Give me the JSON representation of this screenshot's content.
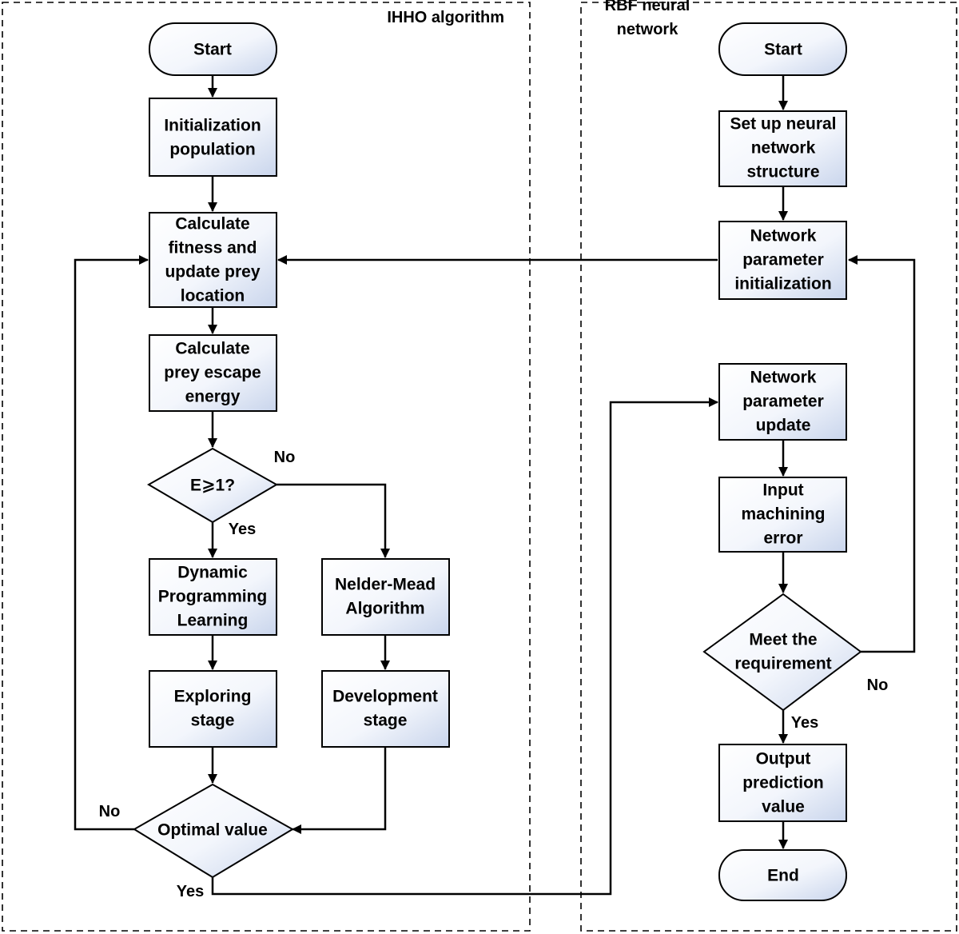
{
  "groups": {
    "ihho": {
      "title": "IHHO algorithm"
    },
    "rbf": {
      "title_lines": [
        "RBF neural",
        "network"
      ]
    }
  },
  "nodes": {
    "ihho_start": {
      "lines": [
        "Start"
      ]
    },
    "init_pop": {
      "lines": [
        "Initialization",
        "population"
      ]
    },
    "calc_fitness": {
      "lines": [
        "Calculate",
        "fitness and",
        "update prey",
        "location"
      ]
    },
    "calc_energy": {
      "lines": [
        "Calculate",
        "prey escape",
        "energy"
      ]
    },
    "e_check": {
      "lines": [
        "E⩾1?"
      ]
    },
    "dyn_prog": {
      "lines": [
        "Dynamic",
        "Programming",
        "Learning"
      ]
    },
    "nelder_mead": {
      "lines": [
        "Nelder-Mead",
        "Algorithm"
      ]
    },
    "exploring": {
      "lines": [
        "Exploring",
        "stage"
      ]
    },
    "development": {
      "lines": [
        "Development",
        "stage"
      ]
    },
    "optimal": {
      "lines": [
        "Optimal value"
      ]
    },
    "rbf_start": {
      "lines": [
        "Start"
      ]
    },
    "setup_nn": {
      "lines": [
        "Set up neural",
        "network",
        "structure"
      ]
    },
    "net_param_init": {
      "lines": [
        "Network",
        "parameter",
        "initialization"
      ]
    },
    "net_param_update": {
      "lines": [
        "Network",
        "parameter",
        "update"
      ]
    },
    "input_error": {
      "lines": [
        "Input",
        "machining",
        "error"
      ]
    },
    "meet_req": {
      "lines": [
        "Meet the",
        "requirement"
      ]
    },
    "output_pred": {
      "lines": [
        "Output",
        "prediction",
        "value"
      ]
    },
    "rbf_end": {
      "lines": [
        "End"
      ]
    }
  },
  "edge_labels": {
    "e_no": "No",
    "e_yes": "Yes",
    "opt_no": "No",
    "opt_yes": "Yes",
    "req_no": "No",
    "req_yes": "Yes"
  },
  "colors": {
    "box_fill_light": "#ffffff",
    "box_fill_dark": "#c9d5ec",
    "stroke": "#000000"
  }
}
